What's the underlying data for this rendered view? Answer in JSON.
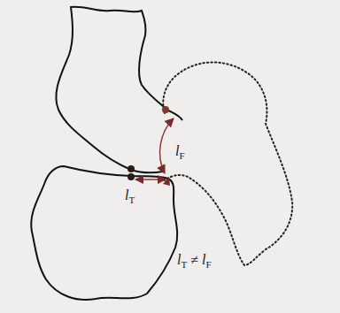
{
  "diagram": {
    "labels": [
      "lF",
      "lT",
      "lT ≠ lF"
    ]
  }
}
